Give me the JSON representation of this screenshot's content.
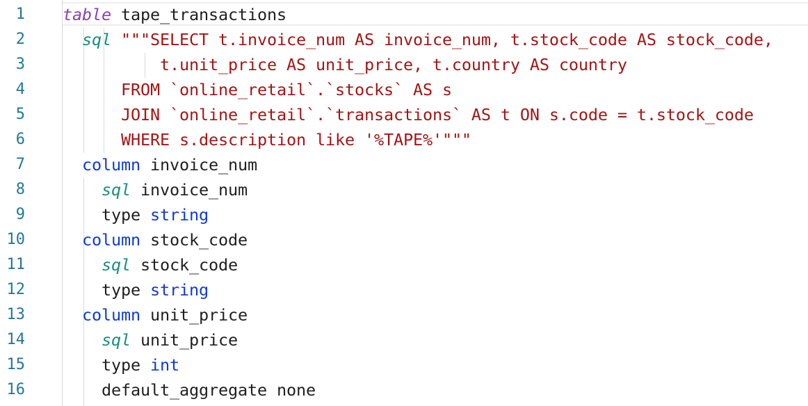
{
  "editor": {
    "lines": [
      {
        "num": "1",
        "indent": "",
        "parts": [
          {
            "t": "table",
            "c": "kw-table"
          },
          {
            "t": " tape_transactions",
            "c": ""
          }
        ]
      },
      {
        "num": "2",
        "indent": "  ",
        "parts": [
          {
            "t": "sql",
            "c": "kw-sql"
          },
          {
            "t": " ",
            "c": ""
          },
          {
            "t": "\"\"\"SELECT t.invoice_num AS invoice_num, t.stock_code AS stock_code,",
            "c": "str"
          }
        ]
      },
      {
        "num": "3",
        "indent": "          ",
        "parts": [
          {
            "t": "t.unit_price AS unit_price, t.country AS country",
            "c": "str"
          }
        ]
      },
      {
        "num": "4",
        "indent": "      ",
        "parts": [
          {
            "t": "FROM `online_retail`.`stocks` AS s",
            "c": "str"
          }
        ]
      },
      {
        "num": "5",
        "indent": "      ",
        "parts": [
          {
            "t": "JOIN `online_retail`.`transactions` AS t ON s.code = t.stock_code",
            "c": "str"
          }
        ]
      },
      {
        "num": "6",
        "indent": "      ",
        "parts": [
          {
            "t": "WHERE s.description like '%TAPE%'\"\"\"",
            "c": "str"
          }
        ]
      },
      {
        "num": "7",
        "indent": "  ",
        "parts": [
          {
            "t": "column",
            "c": "kw-blue"
          },
          {
            "t": " invoice_num",
            "c": ""
          }
        ]
      },
      {
        "num": "8",
        "indent": "    ",
        "parts": [
          {
            "t": "sql",
            "c": "kw-sql"
          },
          {
            "t": " invoice_num",
            "c": ""
          }
        ]
      },
      {
        "num": "9",
        "indent": "    ",
        "parts": [
          {
            "t": "type ",
            "c": ""
          },
          {
            "t": "string",
            "c": "kw-blue"
          }
        ]
      },
      {
        "num": "10",
        "indent": "  ",
        "parts": [
          {
            "t": "column",
            "c": "kw-blue"
          },
          {
            "t": " stock_code",
            "c": ""
          }
        ]
      },
      {
        "num": "11",
        "indent": "    ",
        "parts": [
          {
            "t": "sql",
            "c": "kw-sql"
          },
          {
            "t": " stock_code",
            "c": ""
          }
        ]
      },
      {
        "num": "12",
        "indent": "    ",
        "parts": [
          {
            "t": "type ",
            "c": ""
          },
          {
            "t": "string",
            "c": "kw-blue"
          }
        ]
      },
      {
        "num": "13",
        "indent": "  ",
        "parts": [
          {
            "t": "column",
            "c": "kw-blue"
          },
          {
            "t": " unit_price",
            "c": ""
          }
        ]
      },
      {
        "num": "14",
        "indent": "    ",
        "parts": [
          {
            "t": "sql",
            "c": "kw-sql"
          },
          {
            "t": " unit_price",
            "c": ""
          }
        ]
      },
      {
        "num": "15",
        "indent": "    ",
        "parts": [
          {
            "t": "type ",
            "c": ""
          },
          {
            "t": "int",
            "c": "kw-blue"
          }
        ]
      },
      {
        "num": "16",
        "indent": "    ",
        "parts": [
          {
            "t": "default_aggregate none",
            "c": ""
          }
        ]
      }
    ]
  }
}
